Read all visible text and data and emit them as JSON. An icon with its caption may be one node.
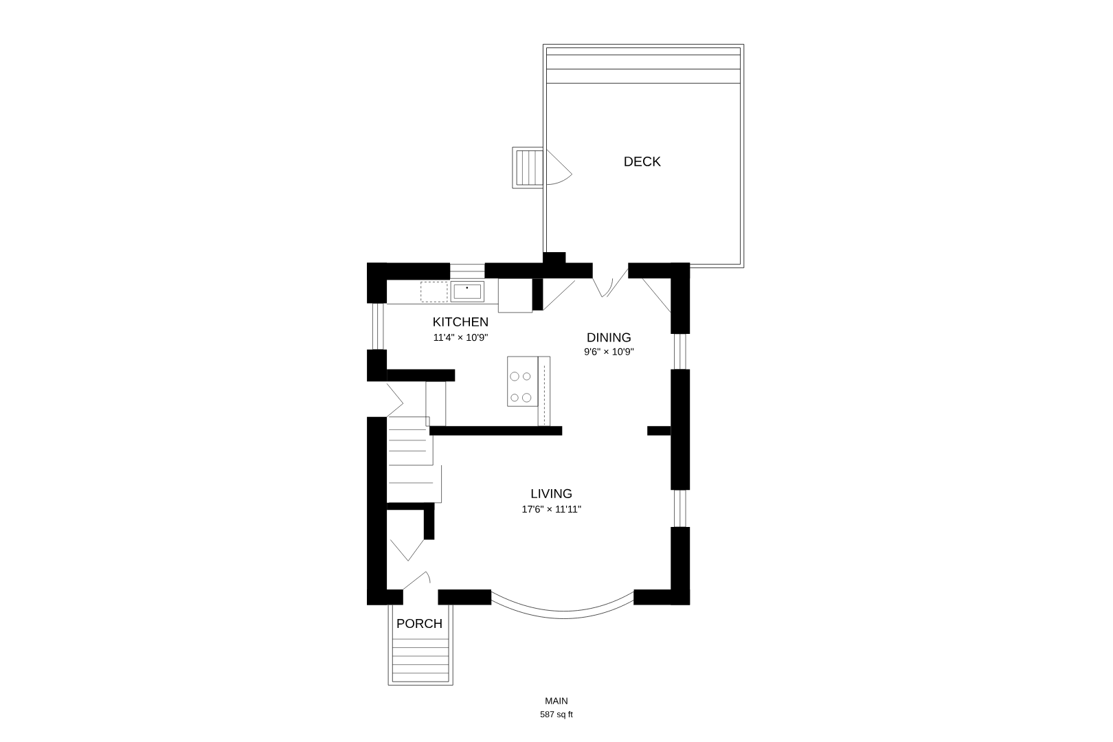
{
  "diagram": {
    "labels": [
      "DECK",
      "KITCHEN",
      "11'4\" × 10'9\"",
      "DINING",
      "9'6\" × 10'9\"",
      "LIVING",
      "17'6\" × 11'11\"",
      "PORCH",
      "MAIN",
      "587 sq ft"
    ]
  }
}
